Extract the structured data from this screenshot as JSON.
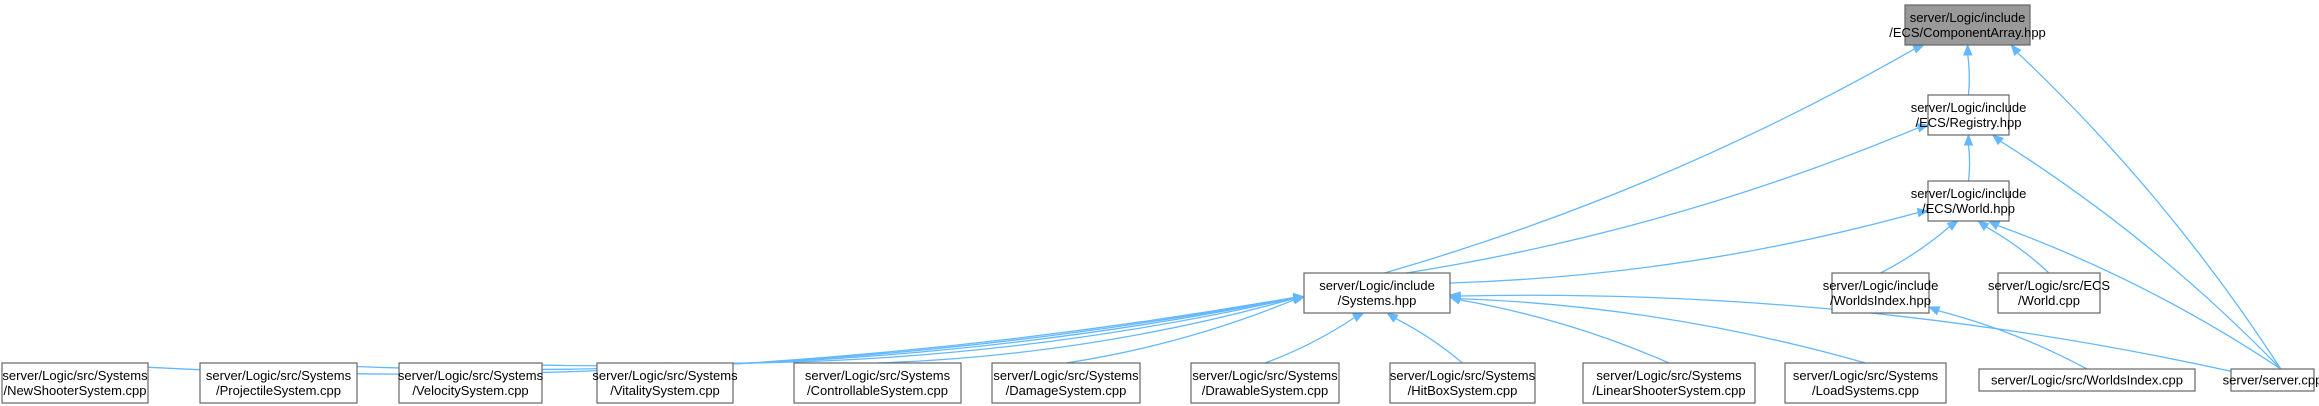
{
  "graph": {
    "colors": {
      "node_fill": "#ffffff",
      "node_border": "#666666",
      "root_fill": "#999999",
      "edge": "#63b8ff"
    },
    "nodes": {
      "component_array": {
        "lines": [
          "server/Logic/include",
          "/ECS/ComponentArray.hpp"
        ],
        "highlight": true
      },
      "registry": {
        "lines": [
          "server/Logic/include",
          "/ECS/Registry.hpp"
        ]
      },
      "world_hpp": {
        "lines": [
          "server/Logic/include",
          "/ECS/World.hpp"
        ]
      },
      "systems_hpp": {
        "lines": [
          "server/Logic/include",
          "/Systems.hpp"
        ]
      },
      "worlds_index_hpp": {
        "lines": [
          "server/Logic/include",
          "/WorldsIndex.hpp"
        ]
      },
      "world_cpp": {
        "lines": [
          "server/Logic/src/ECS",
          "/World.cpp"
        ]
      },
      "new_shooter": {
        "lines": [
          "server/Logic/src/Systems",
          "/NewShooterSystem.cpp"
        ]
      },
      "projectile": {
        "lines": [
          "server/Logic/src/Systems",
          "/ProjectileSystem.cpp"
        ]
      },
      "velocity": {
        "lines": [
          "server/Logic/src/Systems",
          "/VelocitySystem.cpp"
        ]
      },
      "vitality": {
        "lines": [
          "server/Logic/src/Systems",
          "/VitalitySystem.cpp"
        ]
      },
      "controllable": {
        "lines": [
          "server/Logic/src/Systems",
          "/ControllableSystem.cpp"
        ]
      },
      "damage": {
        "lines": [
          "server/Logic/src/Systems",
          "/DamageSystem.cpp"
        ]
      },
      "drawable": {
        "lines": [
          "server/Logic/src/Systems",
          "/DrawableSystem.cpp"
        ]
      },
      "hitbox": {
        "lines": [
          "server/Logic/src/Systems",
          "/HitBoxSystem.cpp"
        ]
      },
      "linear_shooter": {
        "lines": [
          "server/Logic/src/Systems",
          "/LinearShooterSystem.cpp"
        ]
      },
      "load_systems": {
        "lines": [
          "server/Logic/src/Systems",
          "/LoadSystems.cpp"
        ]
      },
      "worlds_index_cpp": {
        "lines": [
          "server/Logic/src/WorldsIndex.cpp"
        ]
      },
      "server_cpp": {
        "lines": [
          "server/server.cpp"
        ]
      }
    },
    "edges": [
      {
        "from": "registry",
        "to": "component_array"
      },
      {
        "from": "systems_hpp",
        "to": "component_array"
      },
      {
        "from": "server_cpp",
        "to": "component_array"
      },
      {
        "from": "world_hpp",
        "to": "registry"
      },
      {
        "from": "systems_hpp",
        "to": "registry"
      },
      {
        "from": "server_cpp",
        "to": "registry"
      },
      {
        "from": "systems_hpp",
        "to": "world_hpp"
      },
      {
        "from": "worlds_index_hpp",
        "to": "world_hpp"
      },
      {
        "from": "world_cpp",
        "to": "world_hpp"
      },
      {
        "from": "server_cpp",
        "to": "world_hpp"
      },
      {
        "from": "worlds_index_cpp",
        "to": "worlds_index_hpp"
      },
      {
        "from": "new_shooter",
        "to": "systems_hpp"
      },
      {
        "from": "projectile",
        "to": "systems_hpp"
      },
      {
        "from": "velocity",
        "to": "systems_hpp"
      },
      {
        "from": "vitality",
        "to": "systems_hpp"
      },
      {
        "from": "controllable",
        "to": "systems_hpp"
      },
      {
        "from": "damage",
        "to": "systems_hpp"
      },
      {
        "from": "drawable",
        "to": "systems_hpp"
      },
      {
        "from": "hitbox",
        "to": "systems_hpp"
      },
      {
        "from": "linear_shooter",
        "to": "systems_hpp"
      },
      {
        "from": "load_systems",
        "to": "systems_hpp"
      },
      {
        "from": "server_cpp",
        "to": "systems_hpp"
      }
    ]
  }
}
